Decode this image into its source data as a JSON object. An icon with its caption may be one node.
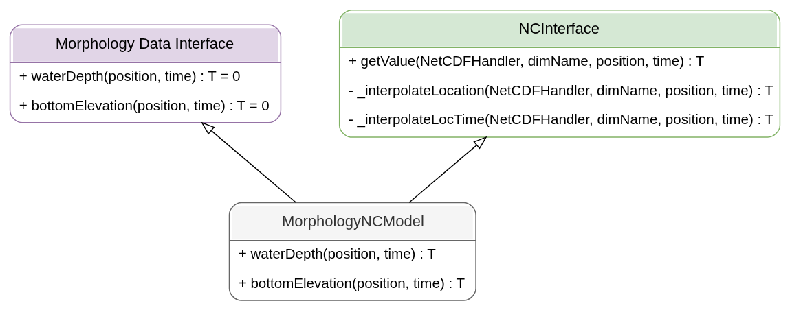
{
  "diagram": {
    "nodes": [
      {
        "text": [
          "Morphology Data Interface",
          "+ waterDepth(position, time) : T = 0",
          "+ bottomElevation(position, time) : T = 0"
        ]
      },
      {
        "text": [
          "NCInterface",
          "+ getValue(NetCDFHandler, dimName, position, time) : T",
          "- _interpolateLocation(NetCDFHandler, dimName, position, time) : T",
          "- _interpolateLocTime(NetCDFHandler, dimName, position, time) : T"
        ]
      },
      {
        "text": [
          "MorphologyNCModel",
          "+ waterDepth(position, time) : T",
          "+ bottomElevation(position, time) : T"
        ]
      }
    ],
    "edges": [
      {
        "from": 2,
        "to": 0,
        "arrow": "to"
      },
      {
        "from": 2,
        "to": 1,
        "arrow": "to"
      }
    ]
  }
}
